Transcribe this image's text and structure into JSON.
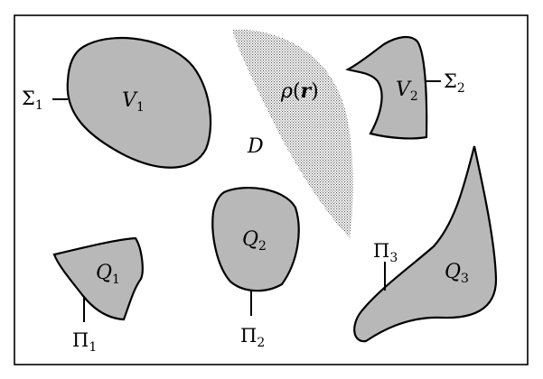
{
  "diagram": {
    "domain": {
      "name": "D",
      "sub": ""
    },
    "volumes": [
      {
        "name": "V",
        "sub": "1",
        "surface": "Σ",
        "surface_sub": "1"
      },
      {
        "name": "V",
        "sub": "2",
        "surface": "Σ",
        "surface_sub": "2"
      }
    ],
    "charges": [
      {
        "name": "Q",
        "sub": "1",
        "surface": "Π",
        "surface_sub": "1"
      },
      {
        "name": "Q",
        "sub": "2",
        "surface": "Π",
        "surface_sub": "2"
      },
      {
        "name": "Q",
        "sub": "3",
        "surface": "Π",
        "surface_sub": "3"
      }
    ],
    "density": {
      "symbol": "ρ",
      "arg_open": "(",
      "arg": "r",
      "arg_close": ")"
    }
  },
  "colors": {
    "fill": "#b8b8b8",
    "stroke": "#000000",
    "dots": "#555555"
  }
}
